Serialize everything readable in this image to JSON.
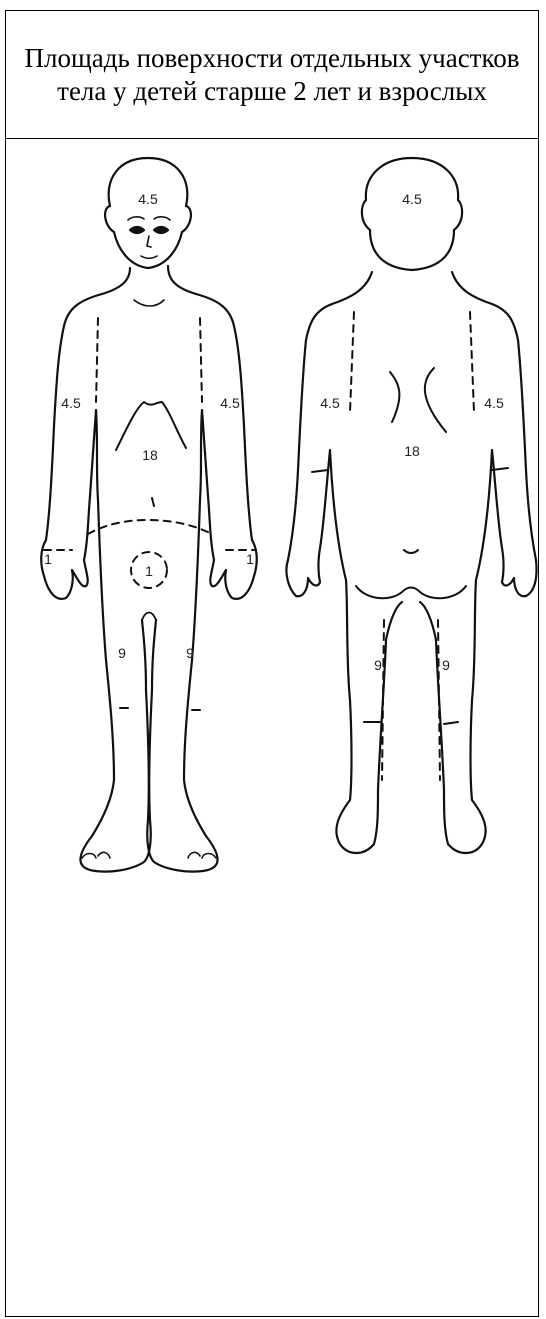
{
  "title": "Площадь поверхности отдельных участков тела у детей старше 2 лет и взрослых",
  "front": {
    "head": "4.5",
    "arm_left": "4.5",
    "arm_right": "4.5",
    "torso": "18",
    "hand_left": "1",
    "hand_right": "1",
    "genitals": "1",
    "leg_left": "9",
    "leg_right": "9"
  },
  "back": {
    "head": "4.5",
    "arm_left": "4.5",
    "arm_right": "4.5",
    "torso": "18",
    "leg_left": "9",
    "leg_right": "9"
  }
}
